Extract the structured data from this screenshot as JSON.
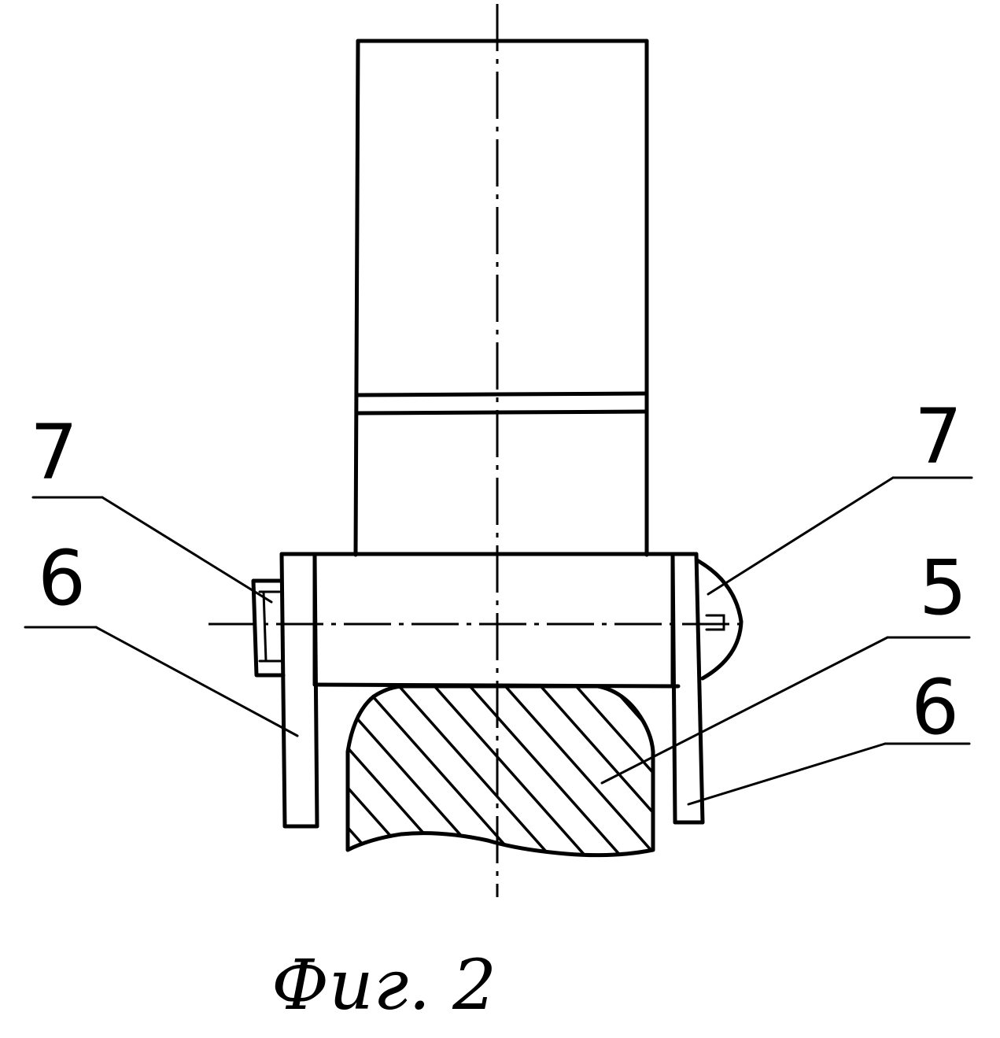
{
  "figure": {
    "caption": "Фиг. 2"
  },
  "labels": {
    "left_top": "7",
    "left_bottom": "6",
    "right_top": "7",
    "right_middle": "5",
    "right_bottom": "6"
  }
}
